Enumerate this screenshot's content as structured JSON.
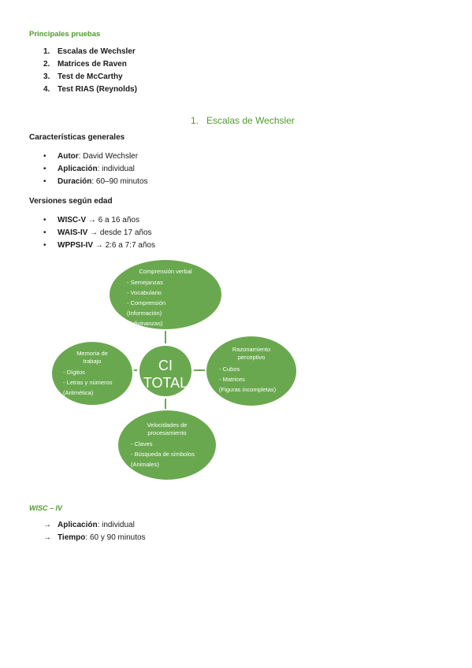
{
  "main_tests": {
    "heading": "Principales pruebas",
    "items": [
      {
        "num": "1.",
        "label": "Escalas de Wechsler"
      },
      {
        "num": "2.",
        "label": "Matrices de Raven"
      },
      {
        "num": "3.",
        "label": "Test de McCarthy"
      },
      {
        "num": "4.",
        "label": "Test RIAS (Reynolds)"
      }
    ]
  },
  "section": {
    "num": "1.",
    "title": "Escalas de Wechsler"
  },
  "general": {
    "heading": "Características generales",
    "items": [
      {
        "key": "Autor",
        "value": "David Wechsler"
      },
      {
        "key": "Aplicación",
        "value": "individual"
      },
      {
        "key": "Duración",
        "value": "60–90 minutos"
      }
    ]
  },
  "versions": {
    "heading": "Versiones según edad",
    "items": [
      {
        "key": "WISC-V",
        "value": "6 a 16 años"
      },
      {
        "key": "WAIS-IV",
        "value": "desde 17 años"
      },
      {
        "key": "WPPSI-IV",
        "value": "2:6 a 7:7 años"
      }
    ]
  },
  "diagram": {
    "center": {
      "line1": "CI",
      "line2": "TOTAL"
    },
    "top": {
      "title": "Comprensión verbal",
      "items": [
        "- Semejanzas",
        "- Vocabulario",
        "- Comprensión",
        "(Información)",
        "(Adivinanzas)"
      ]
    },
    "left": {
      "title1": "Memoria de",
      "title2": "trabajo",
      "items": [
        "- Dígitos",
        "- Letras y números",
        "(Aritmética)"
      ]
    },
    "right": {
      "title1": "Razonamiento",
      "title2": "perceptivo",
      "items": [
        "- Cubos",
        "- Matrices",
        "(Figuras incompletas)"
      ]
    },
    "bottom": {
      "title1": "Velocidades de",
      "title2": "procesamiento",
      "items": [
        "- Claves",
        "- Búsqueda de símbolos",
        "(Animales)"
      ]
    }
  },
  "wisc": {
    "heading": "WISC – IV",
    "items": [
      {
        "key": "Aplicación",
        "value": "individual"
      },
      {
        "key": "Tiempo",
        "value": "60 y 90 minutos"
      }
    ]
  },
  "colors": {
    "accent_green": "#4e9a2e",
    "circle_green": "#6aa84f"
  }
}
